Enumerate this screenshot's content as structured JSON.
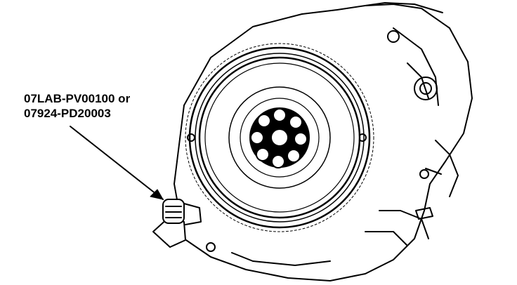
{
  "callout": {
    "line1": "07LAB-PV00100 or",
    "line2": "07924-PD20003"
  },
  "colors": {
    "ink": "#000000",
    "paper": "#ffffff"
  },
  "icons": {
    "illustration": "flywheel-holder-tool-diagram"
  }
}
